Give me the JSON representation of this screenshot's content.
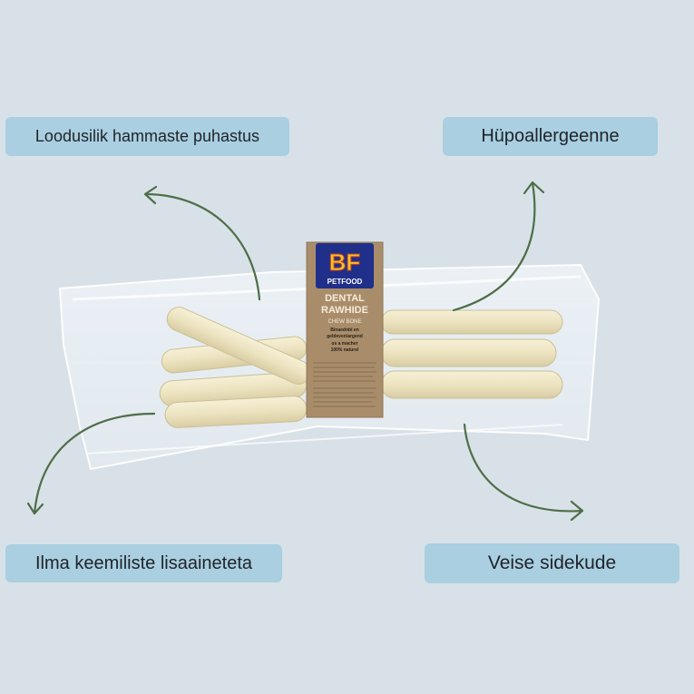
{
  "features": {
    "top_left": "Loodusilik hammaste puhastus",
    "top_right": "Hüpoallergeenne",
    "bottom_left": "Ilma keemiliste lisaaineteta",
    "bottom_right": "Veise sidekude"
  },
  "product": {
    "brand_logo": "BF",
    "brand_name": "PETFOOD",
    "line1": "DENTAL",
    "line2": "RAWHIDE",
    "line3": "CHEW BONE",
    "line4": "Binaedobl en",
    "line5": "gebleven/argend",
    "line6": "os a macher",
    "line7": "100% naturel"
  },
  "colors": {
    "background": "#d8e1e8",
    "label_bg": "#a9cfe0",
    "arrow": "#4e6e48",
    "band": "#a98d6b"
  },
  "icons": [
    "curved-arrow-icon"
  ]
}
